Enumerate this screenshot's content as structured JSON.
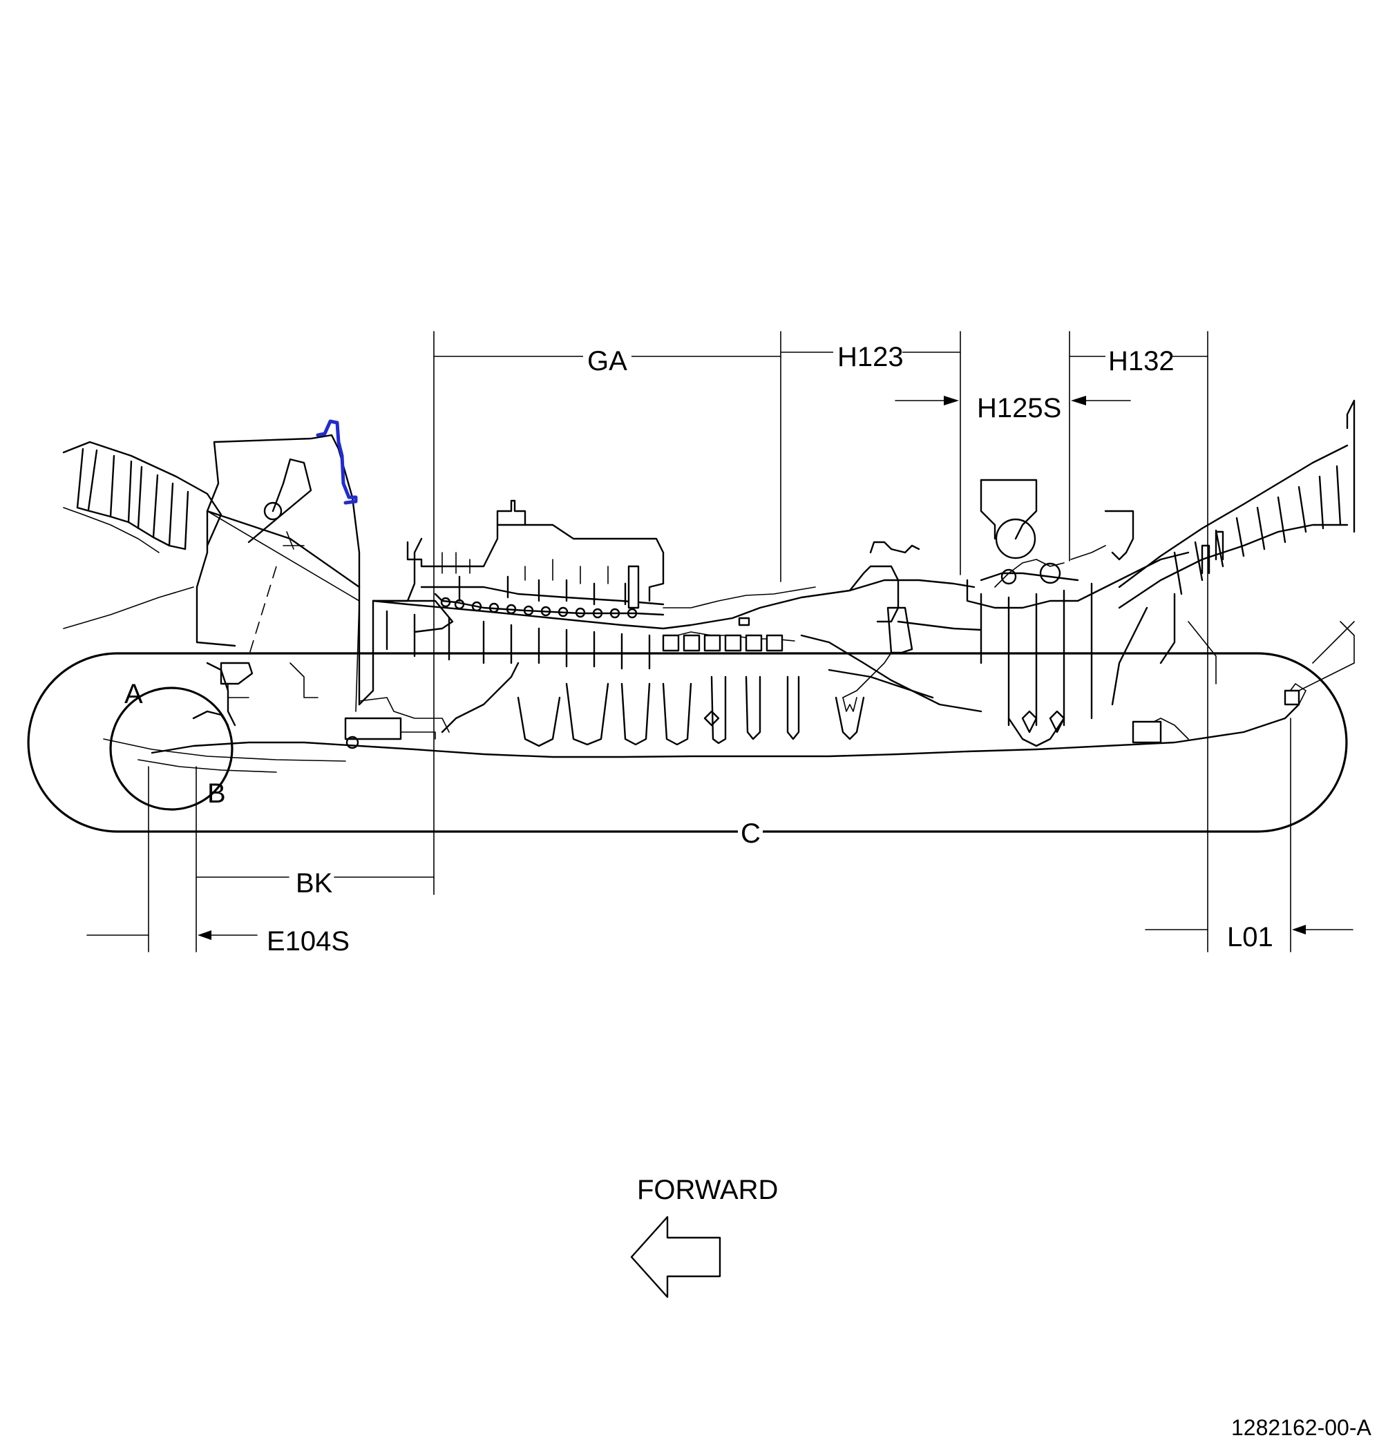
{
  "colors": {
    "ink": "#000000",
    "highlight": "#1f2bd6",
    "background": "#ffffff"
  },
  "labels": {
    "ga": "GA",
    "h123": "H123",
    "h125s": "H125S",
    "h132": "H132",
    "bk": "BK",
    "e104s": "E104S",
    "l01": "L01",
    "c": "C",
    "a": "A",
    "b": "B"
  },
  "direction": {
    "label": "FORWARD",
    "icon": "left-arrow-icon"
  },
  "document_number": "1282162-00-A"
}
